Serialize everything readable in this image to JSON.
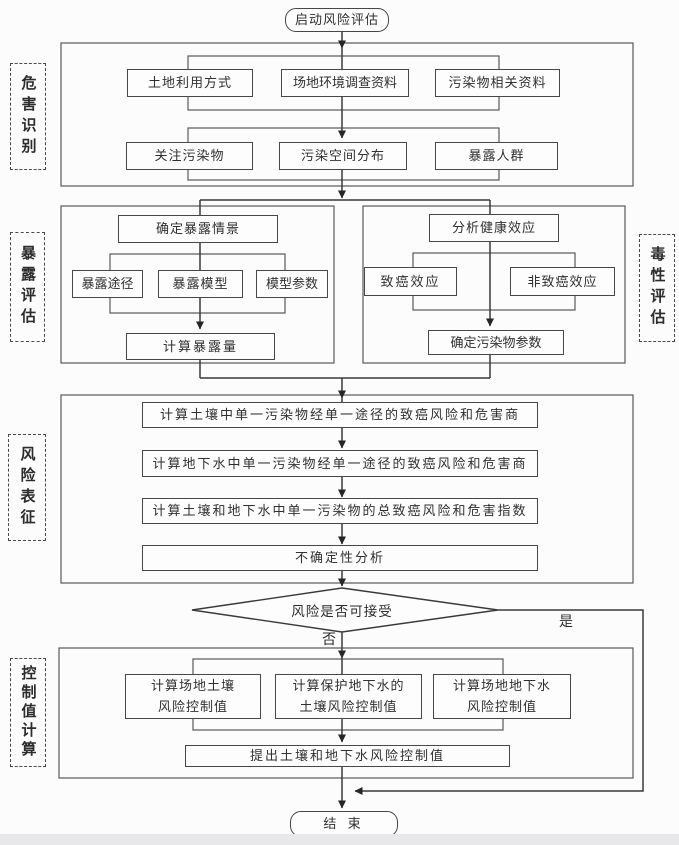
{
  "colors": {
    "background": "#fcfcfc",
    "line": "#3a3a3a",
    "container_border": "#5a5a5a",
    "box_border": "#474747",
    "box_fill": "#fdfdfd",
    "text": "#303030",
    "footer_strip": "#e8e8ea"
  },
  "flowchart": {
    "start": "启动风险评估",
    "end": "结 束",
    "decision": {
      "label": "风险是否可接受",
      "yes": "是",
      "no": "否"
    },
    "sections": {
      "hazard": {
        "label": "危害识别",
        "row1": [
          "土地利用方式",
          "场地环境调查资料",
          "污染物相关资料"
        ],
        "row2": [
          "关注污染物",
          "污染空间分布",
          "暴露人群"
        ]
      },
      "exposure": {
        "label": "暴露评估",
        "top": "确定暴露情景",
        "items": [
          "暴露途径",
          "暴露模型",
          "模型参数"
        ],
        "bottom": "计算暴露量"
      },
      "toxicity": {
        "label": "毒性评估",
        "top": "分析健康效应",
        "items": [
          "致癌效应",
          "非致癌效应"
        ],
        "bottom": "确定污染物参数"
      },
      "risk": {
        "label": "风险表征",
        "steps": [
          "计算土壤中单一污染物经单一途径的致癌风险和危害商",
          "计算地下水中单一污染物经单一途径的致癌风险和危害商",
          "计算土壤和地下水中单一污染物的总致癌风险和危害指数",
          "不确定性分析"
        ]
      },
      "control": {
        "label": "控制值计算",
        "boxes": [
          {
            "line1": "计算场地土壤",
            "line2": "风险控制值"
          },
          {
            "line1": "计算保护地下水的",
            "line2": "土壤风险控制值"
          },
          {
            "line1": "计算场地地下水",
            "line2": "风险控制值"
          }
        ],
        "summary": "提出土壤和地下水风险控制值"
      }
    }
  }
}
